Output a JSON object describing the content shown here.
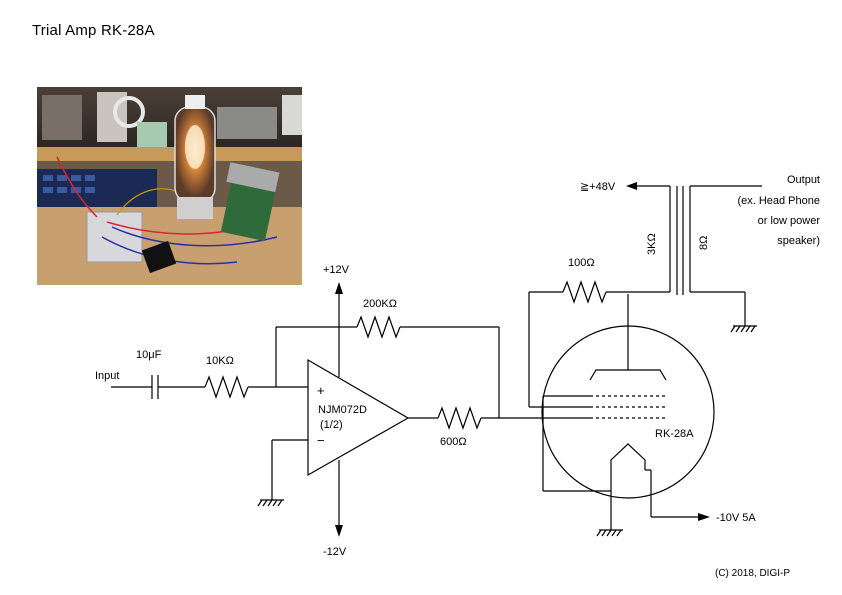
{
  "title": "Trial Amp RK-28A",
  "copyright": "(C) 2018, DIGI-P",
  "photo": {
    "description_icon": "photo-of-breadboard-amp-with-glowing-tube"
  },
  "labels": {
    "input": "Input",
    "cap_in": "10μF",
    "r_in": "10KΩ",
    "r_fb": "200KΩ",
    "v_pos": "+12V",
    "v_neg": "-12V",
    "opamp_name": "NJM072D",
    "opamp_part": "(1/2)",
    "opamp_plus": "+",
    "opamp_minus": "−",
    "r_out": "600Ω",
    "r_plate": "100Ω",
    "b_plus": "≧+48V",
    "primary": "3KΩ",
    "secondary": "8Ω",
    "output_1": "Output",
    "output_2": "(ex. Head Phone",
    "output_3": "or low power",
    "output_4": "speaker)",
    "tube": "RK-28A",
    "filament": "-10V 5A"
  },
  "colors": {
    "wire": "#000000",
    "background": "#ffffff"
  }
}
